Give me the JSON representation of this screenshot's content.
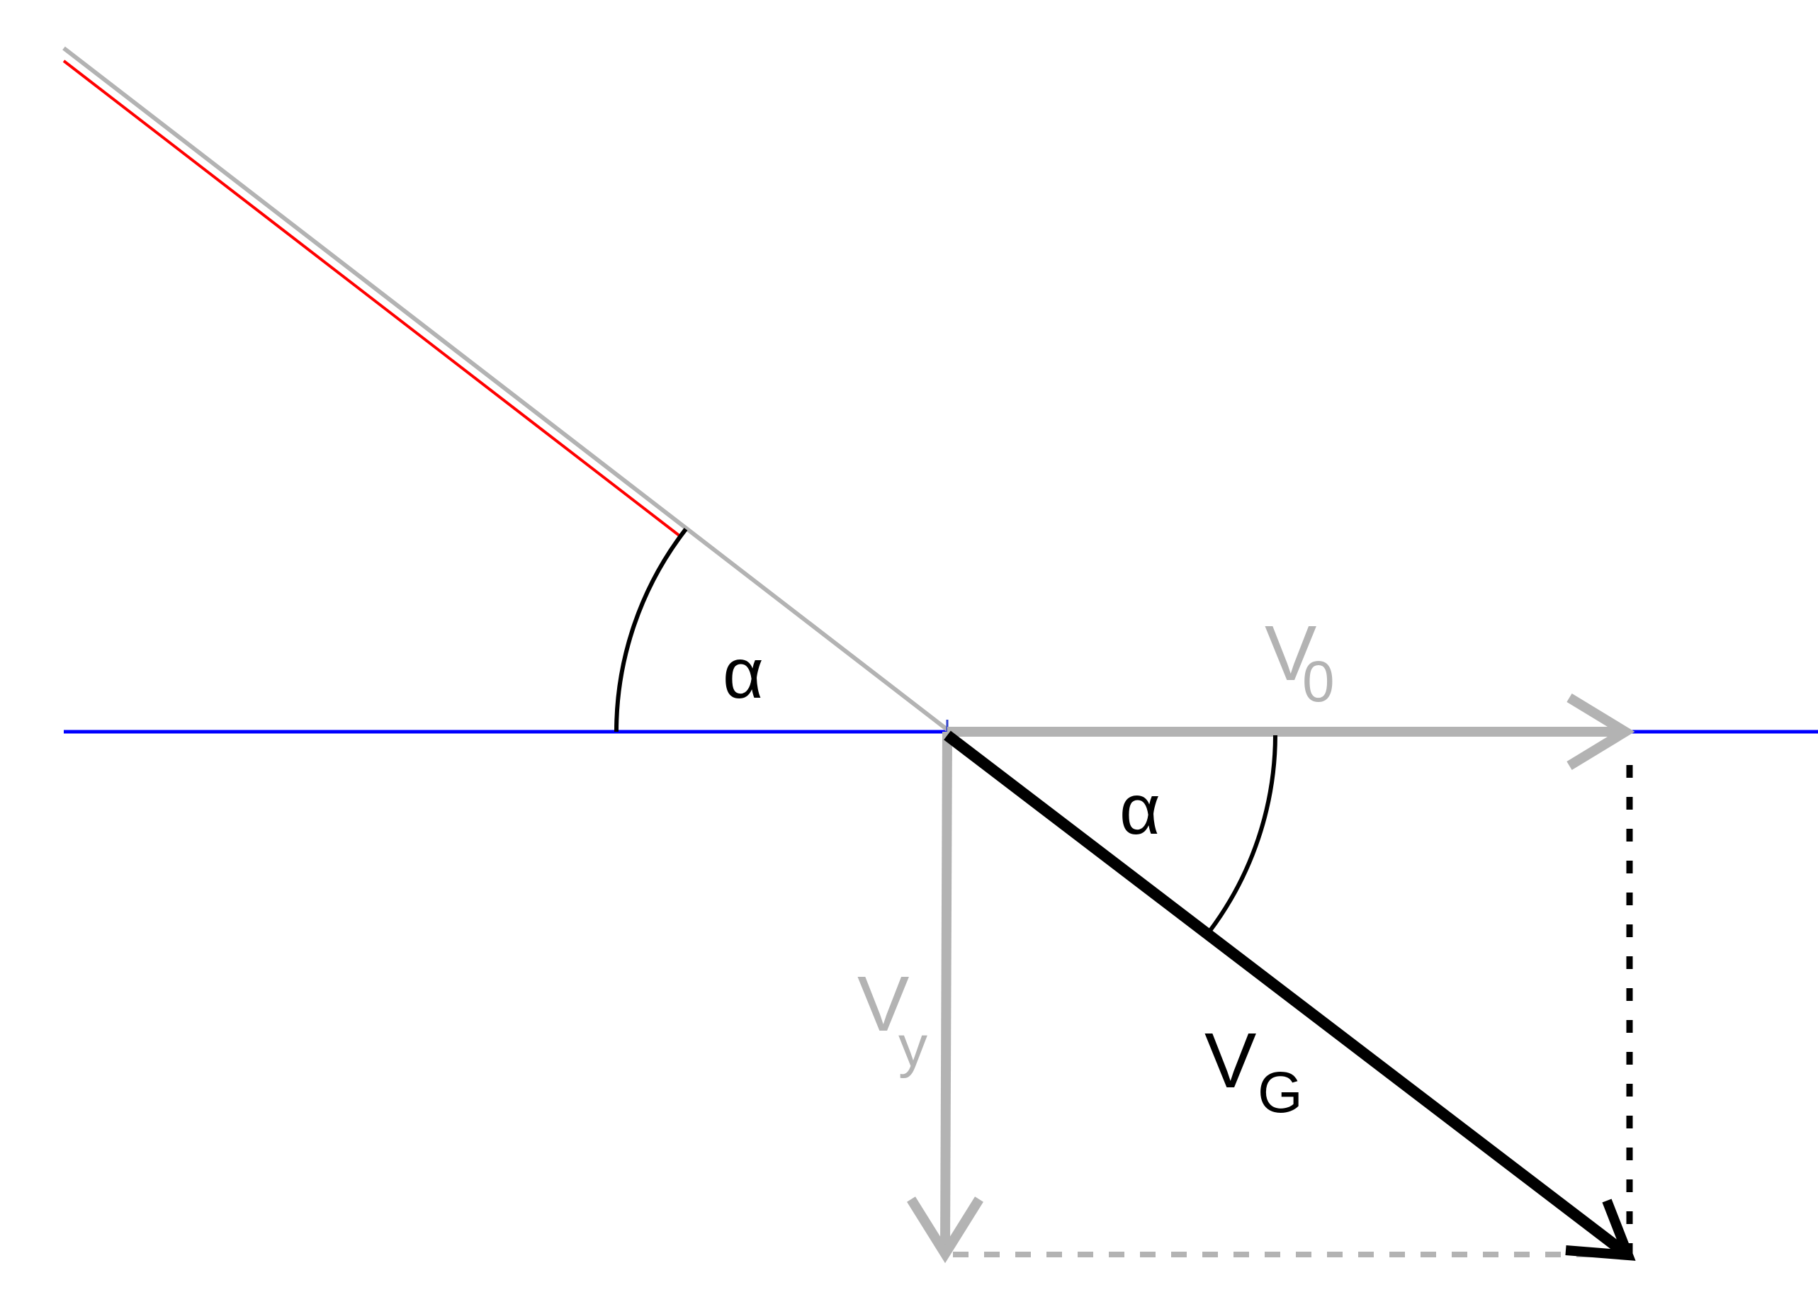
{
  "diagram": {
    "labels": {
      "alpha_upper": "α",
      "alpha_lower": "α",
      "v0_main": "V",
      "v0_sub": "0",
      "vy_main": "V",
      "vy_sub": "y",
      "vg_main": "V",
      "vg_sub": "G"
    },
    "colors": {
      "horizon": "#0000ff",
      "incoming_line": "#ff0000",
      "incoming_shadow": "#b3b3b3",
      "component_vectors": "#b3b3b3",
      "resultant_vector": "#000000",
      "angle_arcs": "#000000"
    }
  }
}
